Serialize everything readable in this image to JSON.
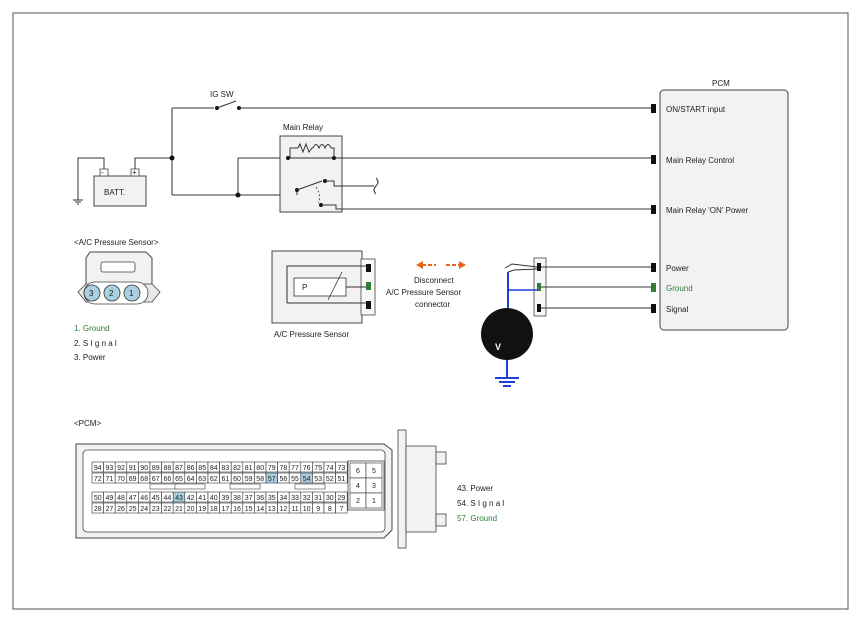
{
  "pcm": {
    "title": "PCM",
    "terminals": {
      "on_start": "ON/START input",
      "main_relay_control": "Main Relay Control",
      "main_relay_on_power": "Main Relay 'ON' Power",
      "power": "Power",
      "ground": "Ground",
      "signal": "Signal"
    }
  },
  "labels": {
    "ig_sw": "IG SW",
    "main_relay": "Main Relay",
    "batt": "BATT.",
    "ac_sensor_header": "<A/C Pressure Sensor>",
    "ac_sensor_caption": "A/C Pressure Sensor",
    "sensor_p": "P",
    "disconnect_1": "Disconnect",
    "disconnect_2": "A/C Pressure Sensor",
    "disconnect_3": "connector",
    "voltmeter": "V",
    "pcm_header": "<PCM>",
    "battery_plus": "+",
    "battery_minus": "-"
  },
  "ac_connector": {
    "pins": [
      "3",
      "2",
      "1"
    ],
    "legend": [
      "1. Ground",
      "2. S   I g n a l",
      "3. Power"
    ]
  },
  "pcm_connector": {
    "row1": [
      "94",
      "93",
      "92",
      "91",
      "90",
      "89",
      "88",
      "87",
      "86",
      "85",
      "84",
      "83",
      "82",
      "81",
      "80",
      "79",
      "78",
      "77",
      "76",
      "75",
      "74",
      "73"
    ],
    "row2": [
      "72",
      "71",
      "70",
      "69",
      "68",
      "67",
      "66",
      "65",
      "64",
      "63",
      "62",
      "61",
      "60",
      "59",
      "58",
      "57",
      "56",
      "55",
      "54",
      "53",
      "52",
      "51"
    ],
    "row3": [
      "50",
      "49",
      "48",
      "47",
      "46",
      "45",
      "44",
      "43",
      "42",
      "41",
      "40",
      "39",
      "38",
      "37",
      "36",
      "35",
      "34",
      "33",
      "32",
      "31",
      "30",
      "29"
    ],
    "row4": [
      "28",
      "27",
      "26",
      "25",
      "24",
      "23",
      "22",
      "21",
      "20",
      "19",
      "18",
      "17",
      "16",
      "15",
      "14",
      "13",
      "12",
      "11",
      "10",
      "9",
      "8",
      "7"
    ],
    "highlighted": [
      "43",
      "54",
      "57"
    ],
    "small_block": [
      [
        "6",
        "5"
      ],
      [
        "4",
        "3"
      ],
      [
        "2",
        "1"
      ]
    ],
    "legend": [
      "43. Power",
      "54. S   I g n a l",
      "57. Ground"
    ]
  },
  "colors": {
    "ground_green": "#2e7d32",
    "arrow_orange": "#e8671c",
    "probe_blue": "#1f3fd6",
    "pin_highlight": "#a9cfe0"
  }
}
